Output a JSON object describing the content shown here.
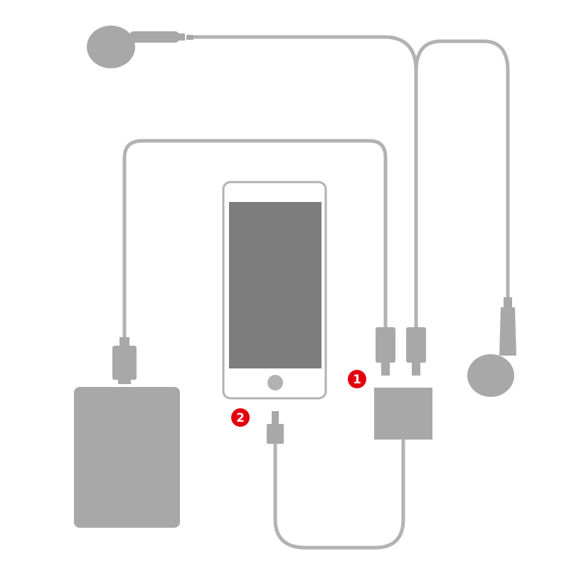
{
  "diagram": {
    "colors": {
      "background": "#ffffff",
      "device_gray": "#a8a8a8",
      "cable_gray": "#b2b2b2",
      "screen_gray": "#7d7d7d",
      "phone_frame": "#ffffff",
      "badge_red": "#e3000f",
      "badge_text": "#ffffff"
    },
    "icons": {
      "earphones": "earphones-icon",
      "phone": "smartphone-icon",
      "power_bank": "power-bank-icon",
      "splitter": "splitter-adapter-icon"
    },
    "markers": [
      {
        "id": "marker-1",
        "label": "1"
      },
      {
        "id": "marker-2",
        "label": "2"
      }
    ]
  }
}
